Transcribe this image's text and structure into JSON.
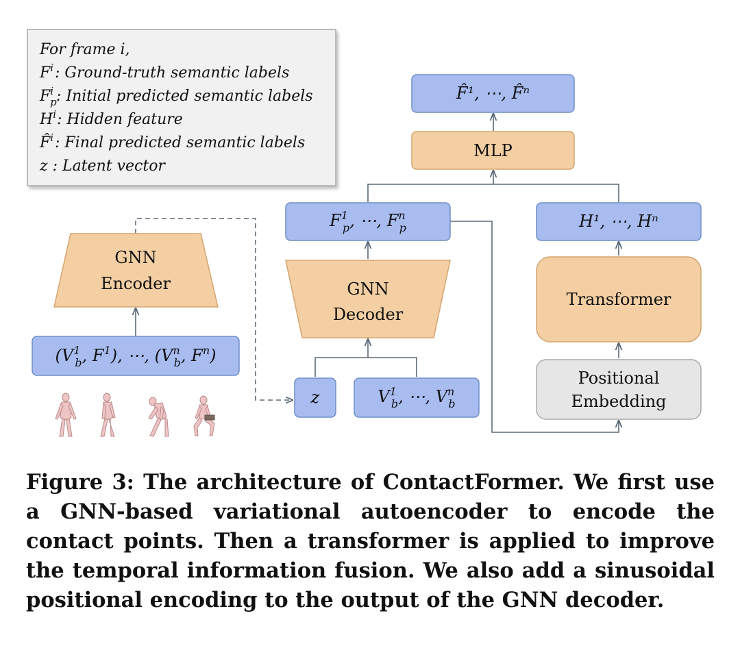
{
  "legend": {
    "line1": "For frame i,",
    "line2": ": Ground-truth semantic labels",
    "line3": ": Initial predicted semantic labels",
    "line4": ": Hidden feature",
    "line5": ": Final predicted semantic labels",
    "line6": "z  : Latent vector"
  },
  "blocks": {
    "output": "F̂¹, ⋯, F̂ⁿ",
    "mlp": "MLP",
    "fp": "F",
    "hidden": "H¹, ⋯, Hⁿ",
    "encoder_line1": "GNN",
    "encoder_line2": "Encoder",
    "decoder_line1": "GNN",
    "decoder_line2": "Decoder",
    "transformer": "Transformer",
    "pos_line1": "Positional",
    "pos_line2": "Embedding",
    "z": "z",
    "vb": "V"
  },
  "colors": {
    "blue_box": "#a8bcf0",
    "orange_box": "#f3cfa3",
    "gray_box": "#e6e6e6",
    "legend_bg": "#f1f1f1"
  },
  "caption": "Figure 3: The architecture of ContactFormer. We first use a GNN-based variational autoencoder to encode the contact points. Then a transformer is applied to improve the temporal information fusion. We also add a sinusoidal positional encoding to the output of the GNN decoder."
}
